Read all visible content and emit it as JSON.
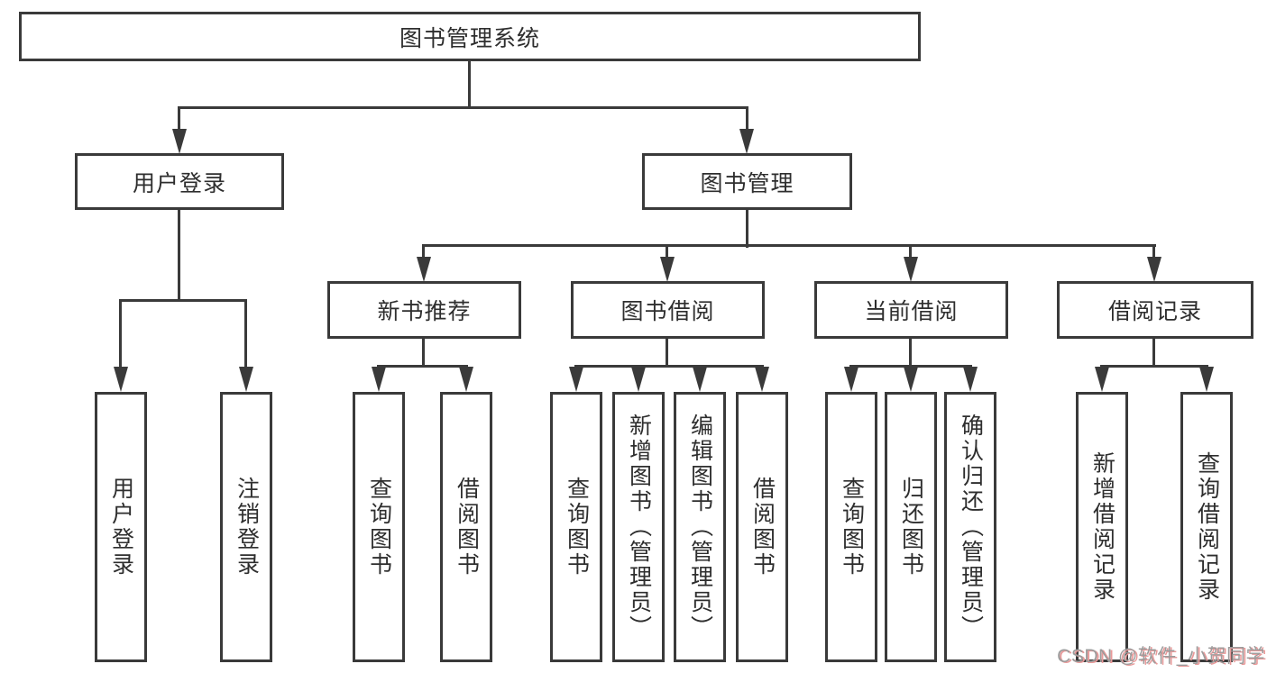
{
  "nodes": {
    "root": {
      "label": "图书管理系统"
    },
    "user_login": {
      "label": "用户登录"
    },
    "book_management": {
      "label": "图书管理"
    },
    "new_book_recommend": {
      "label": "新书推荐"
    },
    "book_borrowing": {
      "label": "图书借阅"
    },
    "current_borrowing": {
      "label": "当前借阅"
    },
    "borrowing_records": {
      "label": "借阅记录"
    },
    "leaf_user_login": {
      "label": "用户登录"
    },
    "leaf_logout": {
      "label": "注销登录"
    },
    "leaf_rec_query_book": {
      "label": "查询图书"
    },
    "leaf_rec_borrow_book": {
      "label": "借阅图书"
    },
    "leaf_bb_query_book": {
      "label": "查询图书"
    },
    "leaf_bb_add_book": {
      "label": "新增图书（管理员）"
    },
    "leaf_bb_edit_book": {
      "label": "编辑图书（管理员）"
    },
    "leaf_bb_borrow_book": {
      "label": "借阅图书"
    },
    "leaf_cb_query_book": {
      "label": "查询图书"
    },
    "leaf_cb_return_book": {
      "label": "归还图书"
    },
    "leaf_cb_confirm_return": {
      "label": "确认归还（管理员）"
    },
    "leaf_br_add_record": {
      "label": "新增借阅记录"
    },
    "leaf_br_query_record": {
      "label": "查询借阅记录"
    }
  },
  "watermark": {
    "text": "CSDN @软件_小贺同学"
  },
  "colors": {
    "line": "#3a3a3a",
    "text": "#2e2e2e",
    "background": "#ffffff",
    "watermark_text": "#9c9c9c",
    "watermark_shadow": "#e99a9a"
  }
}
